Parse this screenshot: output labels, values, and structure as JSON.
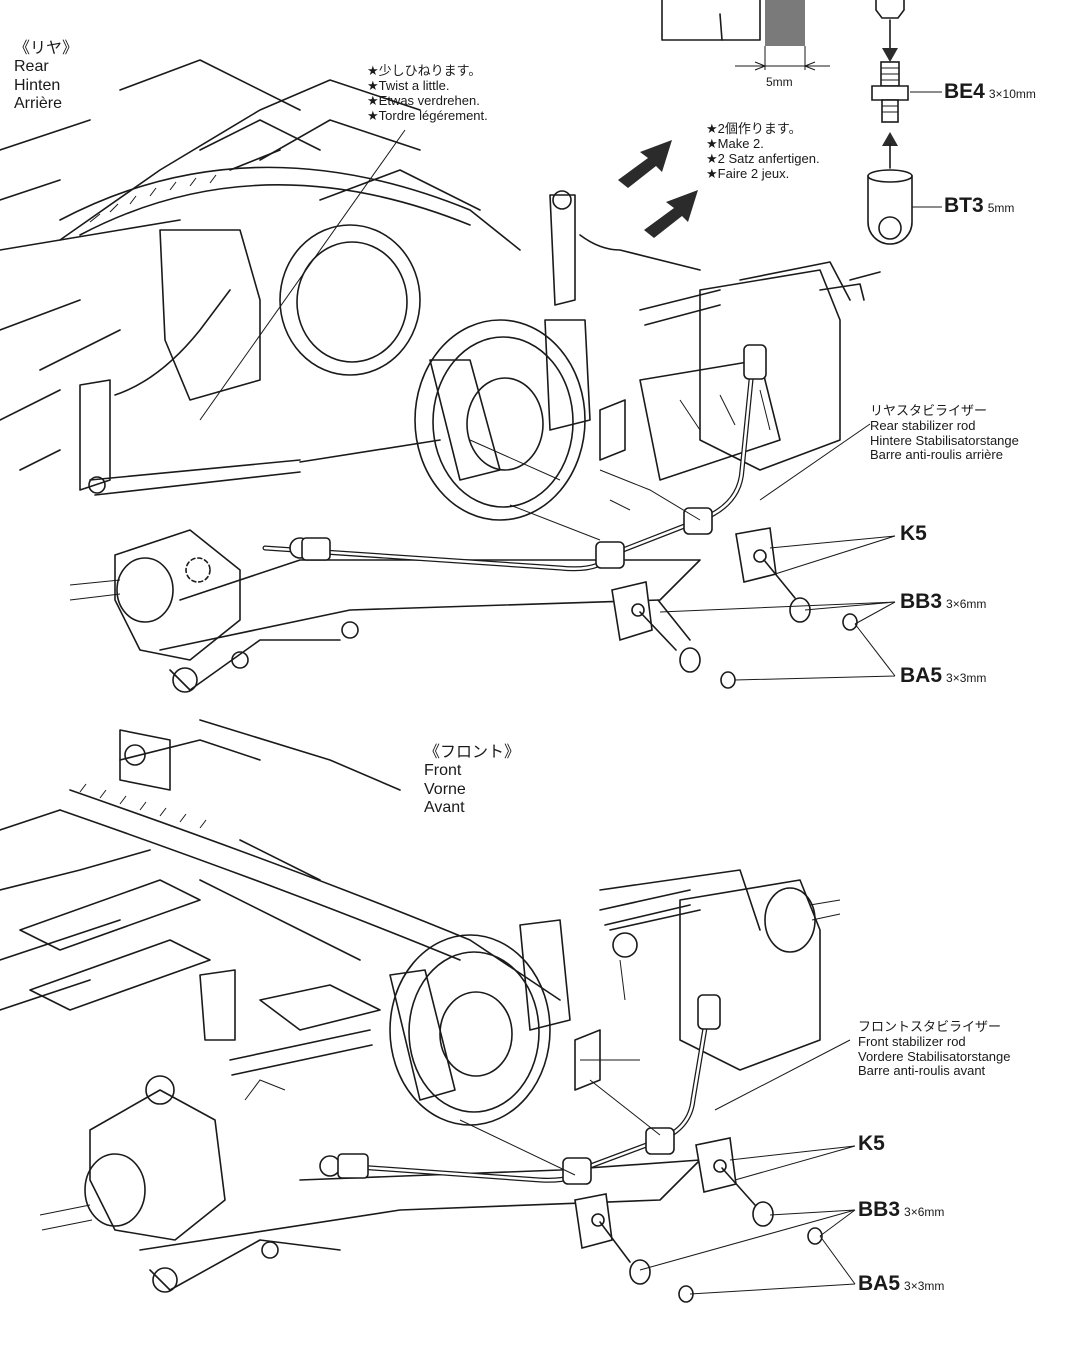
{
  "rear_section": {
    "label_jp": "《リヤ》",
    "label_en": "Rear",
    "label_de": "Hinten",
    "label_fr": "Arrière"
  },
  "twist_note": {
    "jp": "★少しひねります。",
    "en": "★Twist a little.",
    "de": "★Etwas verdrehen.",
    "fr": "★Tordre légérement."
  },
  "make_two_note": {
    "jp": "★2個作ります。",
    "en": "★Make 2.",
    "de": "★2 Satz anfertigen.",
    "fr": "★Faire 2 jeux."
  },
  "inset": {
    "dimension": "5mm"
  },
  "parts_top": {
    "be4": {
      "code": "BE4",
      "size": "3×10mm"
    },
    "bt3": {
      "code": "BT3",
      "size": "5mm"
    }
  },
  "rear_stabilizer": {
    "jp": "リヤスタビライザー",
    "en": "Rear stabilizer rod",
    "de": "Hintere Stabilisatorstange",
    "fr": "Barre anti-roulis arrière"
  },
  "rear_parts": {
    "k5": {
      "code": "K5"
    },
    "bb3": {
      "code": "BB3",
      "size": "3×6mm"
    },
    "ba5": {
      "code": "BA5",
      "size": "3×3mm"
    }
  },
  "front_section": {
    "label_jp": "《フロント》",
    "label_en": "Front",
    "label_de": "Vorne",
    "label_fr": "Avant"
  },
  "front_stabilizer": {
    "jp": "フロントスタビライザー",
    "en": "Front stabilizer rod",
    "de": "Vordere Stabilisatorstange",
    "fr": "Barre anti-roulis avant"
  },
  "front_parts": {
    "k5": {
      "code": "K5"
    },
    "bb3": {
      "code": "BB3",
      "size": "3×6mm"
    },
    "ba5": {
      "code": "BA5",
      "size": "3×3mm"
    }
  }
}
